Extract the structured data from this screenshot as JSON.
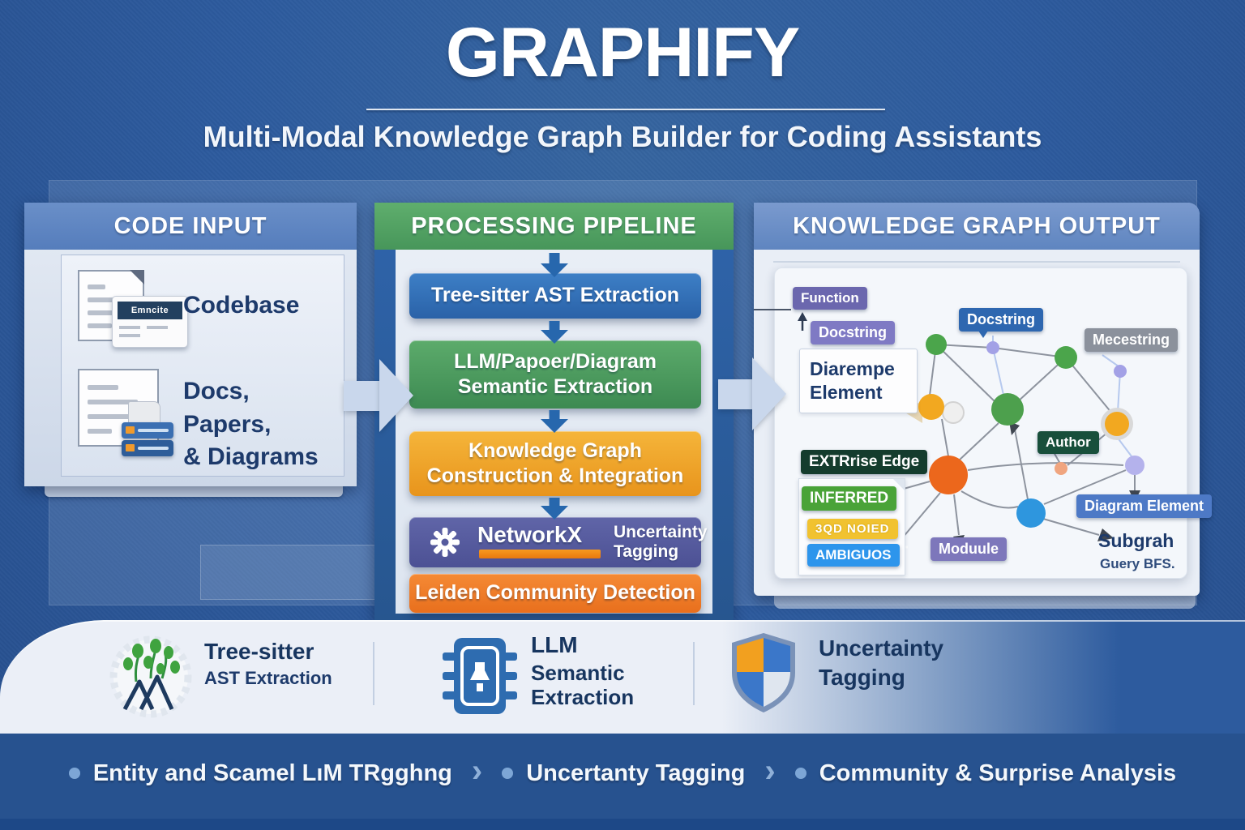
{
  "title": "GRAPHIFY",
  "subtitle": "Multi-Modal Knowledge Graph Builder for Coding Assistants",
  "input": {
    "title": "CODE INPUT",
    "item1_label": "Codebase",
    "item1_badge": "Emncite",
    "item2_label": "Docs, Papers,\n& Diagrams"
  },
  "pipeline": {
    "title": "PROCESSING PIPELINE",
    "step1": "Tree-sitter AST Extraction",
    "step2": "LLM/Papoer/Diagram\nSemantic Extraction",
    "step3": "Knowledge Graph\nConstruction & Integration",
    "step4_label": "NetworkX",
    "step4_sub": "Uncertainty\nTagging",
    "step5": "Leiden Community Detection"
  },
  "output": {
    "title": "KNOWLEDGE GRAPH OUTPUT",
    "function": "Function",
    "docstring_purple": "Docstring",
    "docstring_blue": "Docstring",
    "mecestring": "Mecestring",
    "diagram_element_box": "Diarempe\nElement",
    "author": "Author",
    "extrrise_edge": "EXTRrise Edge",
    "inferred": "INFERRED",
    "grounded": "3QD NOIED",
    "ambiguous": "AMBIGUOS",
    "module": "Moduule",
    "diagram_element": "Diagram Element",
    "subgraph": "Subgrah",
    "query_bfs": "Guery BFS."
  },
  "features": {
    "f1_title": "Tree-sitter",
    "f1_sub": "AST Extraction",
    "f2_title": "LLM",
    "f2_sub": "Semantic\nExtraction",
    "f3_title": "Uncertainty",
    "f3_sub": "Tagging"
  },
  "footer": {
    "item1": "Entity and Scamel LıM TRgghng",
    "item2": "Uncertanty Tagging",
    "item3": "Community & Surprise Analysis"
  },
  "colors": {
    "background": "#2d5b9e",
    "input_header": "#5d84c1",
    "pipeline_header": "#55a261",
    "output_header": "#7394c9",
    "step_blue": "#2f6fb8",
    "step_green": "#4d9c5f",
    "step_amber": "#eda221",
    "step_purple": "#585d9d",
    "step_orange": "#ee7e2b",
    "node_green": "#4ba54b",
    "node_orange": "#ec671c",
    "node_yellow": "#f2a820",
    "node_blue": "#2e96de",
    "node_purple": "#a3a1e6"
  }
}
